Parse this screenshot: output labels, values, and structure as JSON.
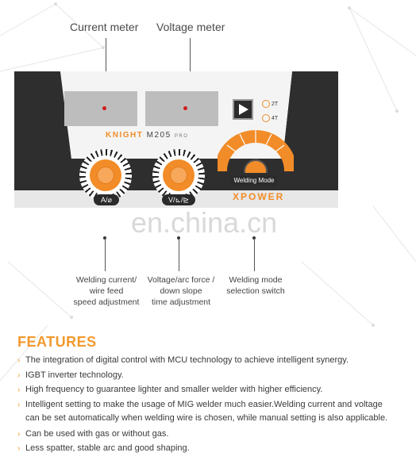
{
  "callouts_top": {
    "current_meter": "Current meter",
    "voltage_meter": "Voltage meter"
  },
  "machine": {
    "brand": "KNIGHT",
    "model": "M205",
    "model_suffix": "PRO",
    "logo": "XPOWER",
    "knob_left_label": "A/⌀",
    "knob_mid_label": "V/⊾/⊵",
    "mode_button_label": "Welding Mode",
    "mode_2t": "2T",
    "mode_4t": "4T",
    "play_icon": "play-icon"
  },
  "watermark": "en.china.cn",
  "callouts_bottom": {
    "left": [
      "Welding current/",
      "wire feed",
      "speed adjustment"
    ],
    "middle": [
      "Voltage/arc force /",
      "down slope",
      "time adjustment"
    ],
    "right": [
      "Welding mode",
      "selection switch"
    ]
  },
  "features": {
    "title": "FEATURES",
    "items": [
      "The integration of digital control with MCU technology to achieve intelligent synergy.",
      "IGBT inverter technology.",
      "High frequency to guarantee lighter and smaller welder with higher efficiency.",
      "Intelligent setting to make the usage of MIG welder much easier.Welding current and voltage",
      "can be set automatically when welding wire is chosen, while manual setting is also applicable.",
      "Can be used with gas or without gas.",
      "Less spatter, stable arc and good shaping."
    ]
  },
  "colors": {
    "accent": "#f28c28",
    "panel_dark": "#2e2e2e",
    "meter_grey": "#bdbdbd"
  }
}
